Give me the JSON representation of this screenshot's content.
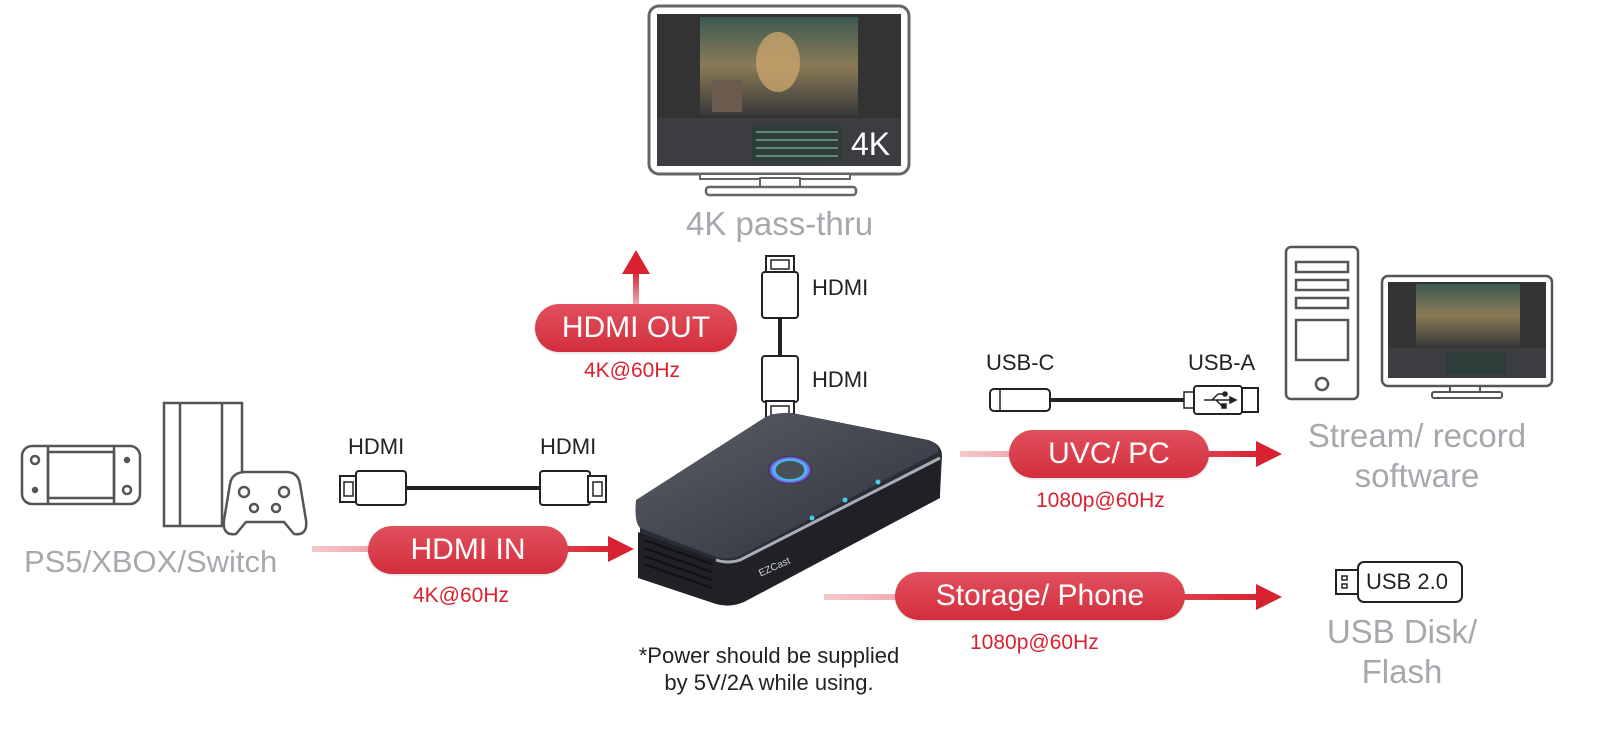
{
  "monitor_top": {
    "badge": "4K",
    "caption": "4K pass-thru"
  },
  "hdmi_out": {
    "label": "HDMI OUT",
    "spec": "4K@60Hz"
  },
  "vertical_cable": {
    "top_connector": "HDMI",
    "bottom_connector": "HDMI"
  },
  "consoles": {
    "caption": "PS5/XBOX/Switch"
  },
  "input_cable": {
    "left_connector": "HDMI",
    "right_connector": "HDMI"
  },
  "hdmi_in": {
    "label": "HDMI IN",
    "spec": "4K@60Hz"
  },
  "usb_cable": {
    "left_connector": "USB-C",
    "right_connector": "USB-A"
  },
  "uvc": {
    "label": "UVC/ PC",
    "spec": "1080p@60Hz"
  },
  "pc": {
    "caption_line1": "Stream/ record",
    "caption_line2": "software"
  },
  "storage": {
    "label": "Storage/ Phone",
    "spec": "1080p@60Hz"
  },
  "usb_disk": {
    "stick_label": "USB 2.0",
    "caption_line1": "USB Disk/",
    "caption_line2": "Flash"
  },
  "power_note": {
    "line1": "*Power should be supplied",
    "line2": "by 5V/2A while using."
  },
  "device": {
    "brand": "EZCast"
  },
  "colors": {
    "accent": "#d92231",
    "caption_gray": "#a5a8ad",
    "arrow_fade": "#f2c2c6"
  }
}
